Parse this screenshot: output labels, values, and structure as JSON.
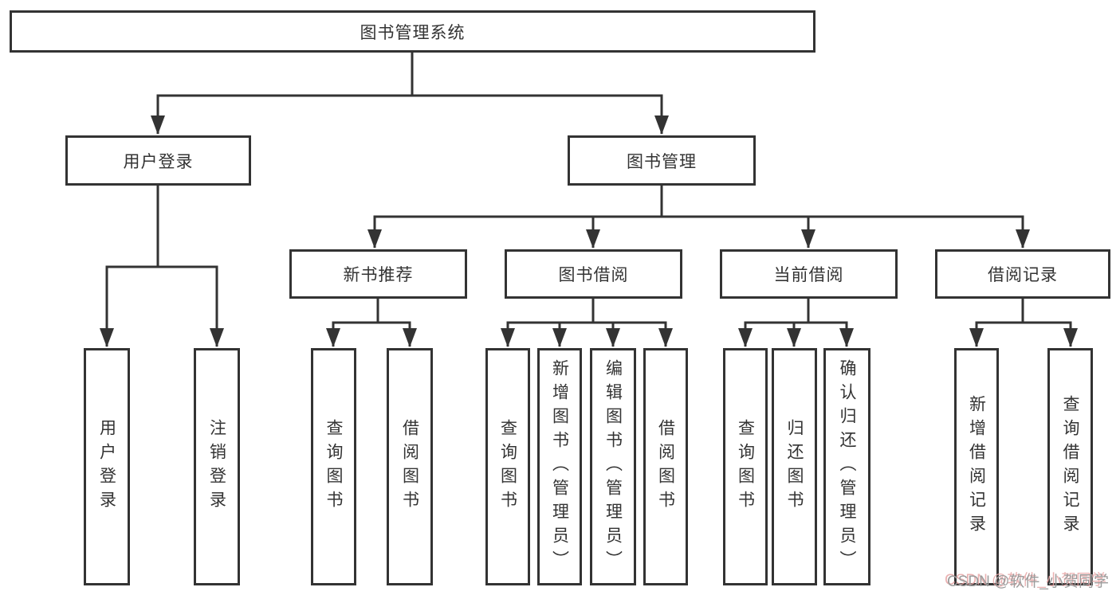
{
  "diagram": {
    "root": {
      "label": "图书管理系统"
    },
    "level2": [
      {
        "label": "用户登录"
      },
      {
        "label": "图书管理"
      }
    ],
    "level3": [
      {
        "label": "新书推荐"
      },
      {
        "label": "图书借阅"
      },
      {
        "label": "当前借阅"
      },
      {
        "label": "借阅记录"
      }
    ],
    "leaves": [
      {
        "label": "用户登录"
      },
      {
        "label": "注销登录"
      },
      {
        "label": "查询图书"
      },
      {
        "label": "借阅图书"
      },
      {
        "label": "查询图书"
      },
      {
        "label": "新增图书（管理员）"
      },
      {
        "label": "编辑图书（管理员）"
      },
      {
        "label": "借阅图书"
      },
      {
        "label": "查询图书"
      },
      {
        "label": "归还图书"
      },
      {
        "label": "确认归还（管理员）"
      },
      {
        "label": "新增借阅记录"
      },
      {
        "label": "查询借阅记录"
      }
    ]
  },
  "watermark": {
    "text": "CSDN @软件_小贺同学"
  },
  "colors": {
    "line": "#333333",
    "node_text": "#333333",
    "background": "#ffffff",
    "watermark_gray": "#9c9c9c",
    "watermark_red": "#e8a4a4"
  }
}
